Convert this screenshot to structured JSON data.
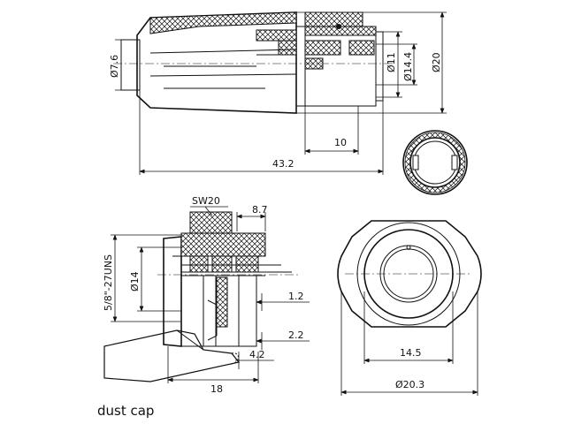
{
  "drawing": {
    "top_view": {
      "dims": {
        "d_left": "Ø7.6",
        "d_inner": "Ø11",
        "d_mid": "Ø14.4",
        "d_outer": "Ø20",
        "len_10": "10",
        "len_total": "43.2"
      }
    },
    "bottom_left": {
      "dims": {
        "sw": "SW20",
        "depth": "8.7",
        "thread": "5/8\"-27UNS",
        "d_body": "Ø14",
        "d1": "1.2",
        "d2": "2.2",
        "d3": "4.2",
        "len_18": "18"
      },
      "dust_cap_label": "dust cap"
    },
    "bottom_right": {
      "dims": {
        "w_inner": "14.5",
        "d_outer": "Ø20.3"
      }
    }
  }
}
